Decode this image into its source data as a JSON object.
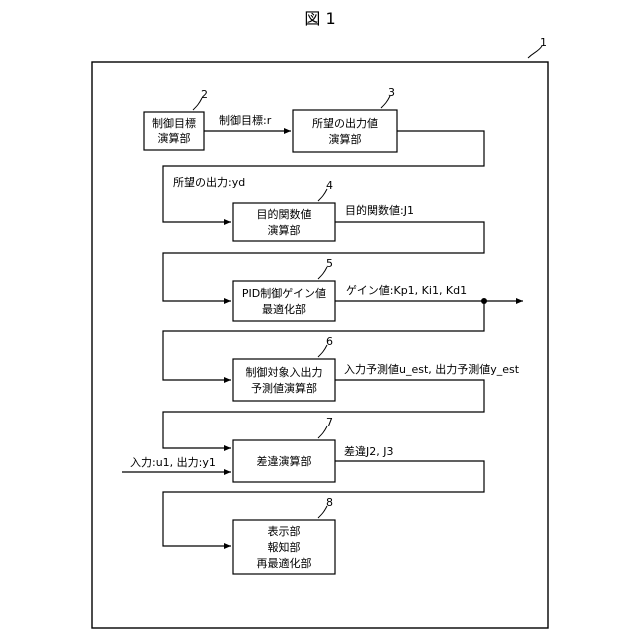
{
  "figure": {
    "title": "図 1",
    "outer_ref": "1"
  },
  "blocks": [
    {
      "ref": "2",
      "lines": [
        "制御目標",
        "演算部"
      ]
    },
    {
      "ref": "3",
      "lines": [
        "所望の出力値",
        "演算部"
      ]
    },
    {
      "ref": "4",
      "lines": [
        "目的関数値",
        "演算部"
      ]
    },
    {
      "ref": "5",
      "lines": [
        "PID制御ゲイン値",
        "最適化部"
      ]
    },
    {
      "ref": "6",
      "lines": [
        "制御対象入出力",
        "予測値演算部"
      ]
    },
    {
      "ref": "7",
      "lines": [
        "差違演算部"
      ]
    },
    {
      "ref": "8",
      "lines": [
        "表示部",
        "報知部",
        "再最適化部"
      ]
    }
  ],
  "signals": {
    "r": "制御目標:r",
    "yd": "所望の出力:yd",
    "j1": "目的関数値:J1",
    "gain": "ゲイン値:Kp1, Ki1, Kd1",
    "est": "入力予測値u_est, 出力予測値y_est",
    "diff": "差違J2, J3",
    "input": "入力:u1, 出力:y1"
  }
}
